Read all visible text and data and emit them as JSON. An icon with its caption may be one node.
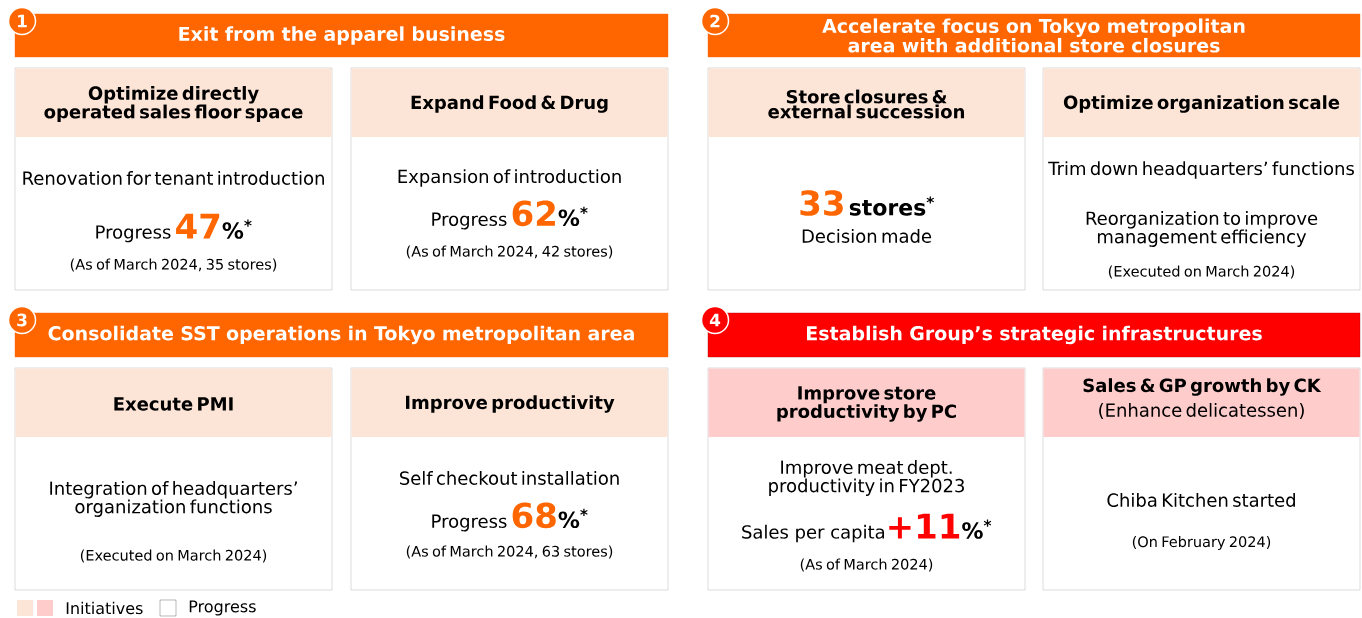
{
  "diagram": {
    "nodes": [
      {
        "text": [
          "Exit from the apparel business"
        ]
      },
      {
        "text": [
          "Optimize directly operated sales floor space",
          "Renovation for tenant introduction",
          "Progress",
          "47",
          "%$^{*}$",
          "(As of March 2024, 35 stores)"
        ]
      },
      {
        "text": [
          "Expand Food & Drug",
          "Expansion of introduction",
          "Progress",
          "62",
          "%$^{*}$",
          "(As of March 2024, 42 stores)"
        ]
      },
      {
        "text": [
          "Accelerate focus on Tokyo metropolitan area with additional store closures"
        ]
      },
      {
        "text": [
          "Store closures & external succession",
          "33",
          "stores$^{*}$",
          "Decision made"
        ]
      },
      {
        "text": [
          "Optimize organization scale",
          "Trim down headquarters’ functions",
          "Reorganization to improve management efficiency",
          "(Executed on March 2024)"
        ]
      },
      {
        "text": [
          "Consolidate SST operations in Tokyo metropolitan area"
        ]
      },
      {
        "text": [
          "Execute PMI",
          "Integration of headquarters’ organization functions",
          "(Executed on March 2024)"
        ]
      },
      {
        "text": [
          "Improve productivity",
          "Self checkout installation",
          "Progress",
          "68",
          "%$^{*}$",
          "(As of March 2024, 63 stores)"
        ]
      },
      {
        "text": [
          "Establish Group’s strategic infrastructures"
        ]
      },
      {
        "text": [
          "Improve store productivity by PC",
          "Improve meat dept. productivity in FY2023",
          "Sales per capita",
          "+11",
          "%$^{*}$",
          "(As of March 2024)"
        ]
      },
      {
        "text": [
          "Sales & GP growth by CK",
          "(Enhance delicatessen)",
          "Chiba Kitchen started",
          "(On February 2024)"
        ]
      }
    ],
    "labels": [
      "1",
      "2",
      "3",
      "4"
    ],
    "legend": [
      {
        "text": "Initiatives",
        "color": "#fce4d6"
      },
      {
        "text": "Progress"
      }
    ]
  }
}
